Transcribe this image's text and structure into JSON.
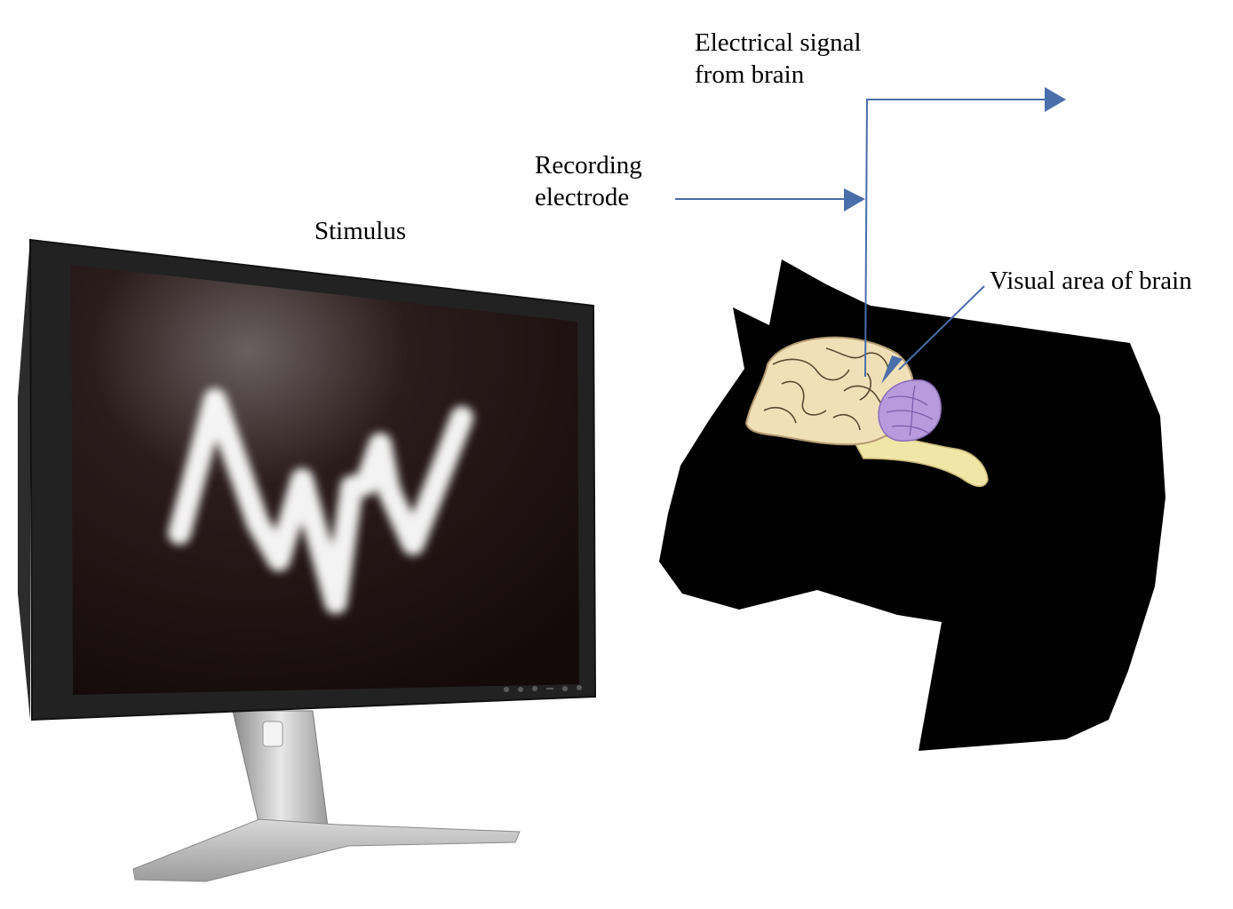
{
  "labels": {
    "stimulus": "Stimulus",
    "recording_line1": "Recording",
    "recording_line2": "electrode",
    "electrical_line1": "Electrical signal",
    "electrical_line2": "from brain",
    "visual_area": "Visual area of brain"
  },
  "colors": {
    "arrow": "#4a6ea9",
    "monitor_screen": "#1a0f0e",
    "cat_silhouette": "#000000",
    "brain": "#f0e0b8",
    "visual_area": "#b79bdc",
    "stimulus_stroke": "#ffffff"
  },
  "icons": {
    "monitor": "monitor-icon",
    "cat": "cat-head-silhouette",
    "brain": "brain-illustration"
  }
}
